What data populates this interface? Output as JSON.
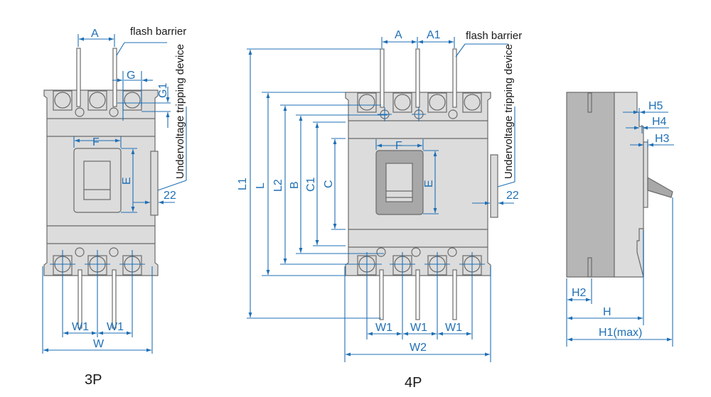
{
  "colors": {
    "dimension": "#1f6fb5",
    "body": "#dcdcdc",
    "side_dark": "#b6b6b6",
    "handle": "#a8a8a8",
    "outline": "#6a6a6a",
    "text": "#1a1a1a"
  },
  "view_3p": {
    "caption": "3P",
    "flash_barrier_label": "flash barrier",
    "undervoltage_label": "Undervoltage tripping device",
    "dims": {
      "A": "A",
      "G": "G",
      "G1": "G1",
      "F": "F",
      "E": "E",
      "offset_22": "22",
      "W1_left": "W1",
      "W1_right": "W1",
      "W": "W"
    }
  },
  "view_4p": {
    "caption": "4P",
    "flash_barrier_label": "flash barrier",
    "undervoltage_label": "Undervoltage tripping device",
    "dims": {
      "A": "A",
      "A1": "A1",
      "L1": "L1",
      "L": "L",
      "L2": "L2",
      "B": "B",
      "C1": "C1",
      "C": "C",
      "F": "F",
      "E": "E",
      "offset_22": "22",
      "W1_a": "W1",
      "W1_b": "W1",
      "W1_c": "W1",
      "W2": "W2"
    }
  },
  "view_side": {
    "dims": {
      "H5": "H5",
      "H4": "H4",
      "H3": "H3",
      "H2": "H2",
      "H": "H",
      "H1": "H1(max)"
    }
  }
}
